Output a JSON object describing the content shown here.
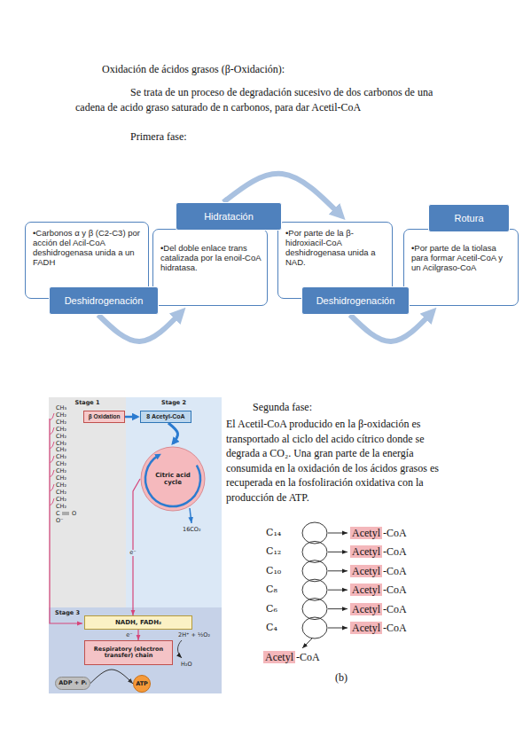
{
  "diagram": {
    "title": "Oxidación de ácidos grasos (β-Oxidación):",
    "nodes": [
      {
        "text": [
          "•Carbonos α y β (C2-C3) por acción del Acil-CoA deshidrogenasa unida a un FADH"
        ]
      },
      {
        "text": [
          "Deshidrogenación"
        ]
      },
      {
        "text": [
          "Hidratación"
        ]
      },
      {
        "text": [
          "•Del doble enlace trans catalizada por la enoil-CoA hidratasa."
        ]
      },
      {
        "text": [
          "•Por parte de la β-hidroxiacil-CoA deshidrogenasa unida a NAD."
        ]
      },
      {
        "text": [
          "Deshidrogenación"
        ]
      },
      {
        "text": [
          "Rotura"
        ]
      },
      {
        "text": [
          "•Por parte de la tiolasa para formar Acetil-CoA y un Acilgraso-CoA"
        ]
      },
      {
        "text": [
          "Stage 1"
        ]
      },
      {
        "text": [
          "β Oxidation"
        ],
        "in": 8
      },
      {
        "text": [
          "Stage 2"
        ]
      },
      {
        "text": [
          "8 Acetyl-CoA"
        ],
        "in": 10
      },
      {
        "text": [
          "Citric acid cycle"
        ],
        "in": 10
      },
      {
        "text": [
          "Stage 3"
        ]
      },
      {
        "text": [
          "NADH, FADH₂"
        ],
        "in": 13
      },
      {
        "text": [
          "Respiratory (electron transfer) chain"
        ],
        "in": 13
      },
      {
        "text": [
          "ADP + Pᵢ"
        ],
        "in": 13
      },
      {
        "text": [
          "ATP"
        ],
        "in": 13
      },
      {
        "text": [
          "Acetyl"
        ]
      },
      {
        "text": [
          "Acetyl"
        ]
      },
      {
        "text": [
          "Acetyl"
        ]
      },
      {
        "text": [
          "Acetyl"
        ]
      },
      {
        "text": [
          "Acetyl"
        ]
      },
      {
        "text": [
          "Acetyl"
        ]
      },
      {
        "text": [
          "Acetyl"
        ]
      }
    ],
    "edges": [
      {
        "from": 1,
        "to": 3,
        "arrow": "to"
      },
      {
        "from": 2,
        "to": 4,
        "arrow": "to"
      },
      {
        "from": 5,
        "to": 7,
        "arrow": "to"
      },
      {
        "from": 9,
        "to": 11,
        "arrow": "to"
      },
      {
        "from": 11,
        "to": 12,
        "arrow": "to"
      },
      {
        "from": 12,
        "to": 14,
        "label": "e⁻",
        "arrow": "to"
      },
      {
        "from": 14,
        "to": 15,
        "label": "e⁻",
        "arrow": "to"
      },
      {
        "from": 16,
        "to": 17,
        "arrow": "to"
      }
    ],
    "labels": [
      "Se trata de un proceso de degradación sucesivo de dos carbonos de una cadena de acido graso saturado de n carbonos, para dar Acetil-CoA",
      "Primera fase:",
      "CH₃",
      "CH₂",
      "CH₂",
      "CH₂",
      "CH₂",
      "CH₂",
      "CH₂",
      "CH₂",
      "CH₂",
      "CH₂",
      "CH₂",
      "CH₂",
      "CH₂",
      "CH₂",
      "CH₂",
      "C",
      "O",
      "O⁻",
      "16CO₂",
      "2H⁺ + ½O₂",
      "H₂O",
      "Segunda fase:",
      "El Acetil-CoA producido en la β-oxidación es transportado al ciclo del acido cítrico donde se degrada a CO₂. Una gran parte de la energía consumida en la oxidación de los ácidos grasos es recuperada en la fosfoliración oxidativa con la producción de ATP.",
      "C₁₄",
      "C₁₂",
      "C₁₀",
      "C₈",
      "C₆",
      "C₄",
      "-CoA",
      "-CoA",
      "-CoA",
      "-CoA",
      "-CoA",
      "-CoA",
      "-CoA",
      "(b)"
    ]
  }
}
